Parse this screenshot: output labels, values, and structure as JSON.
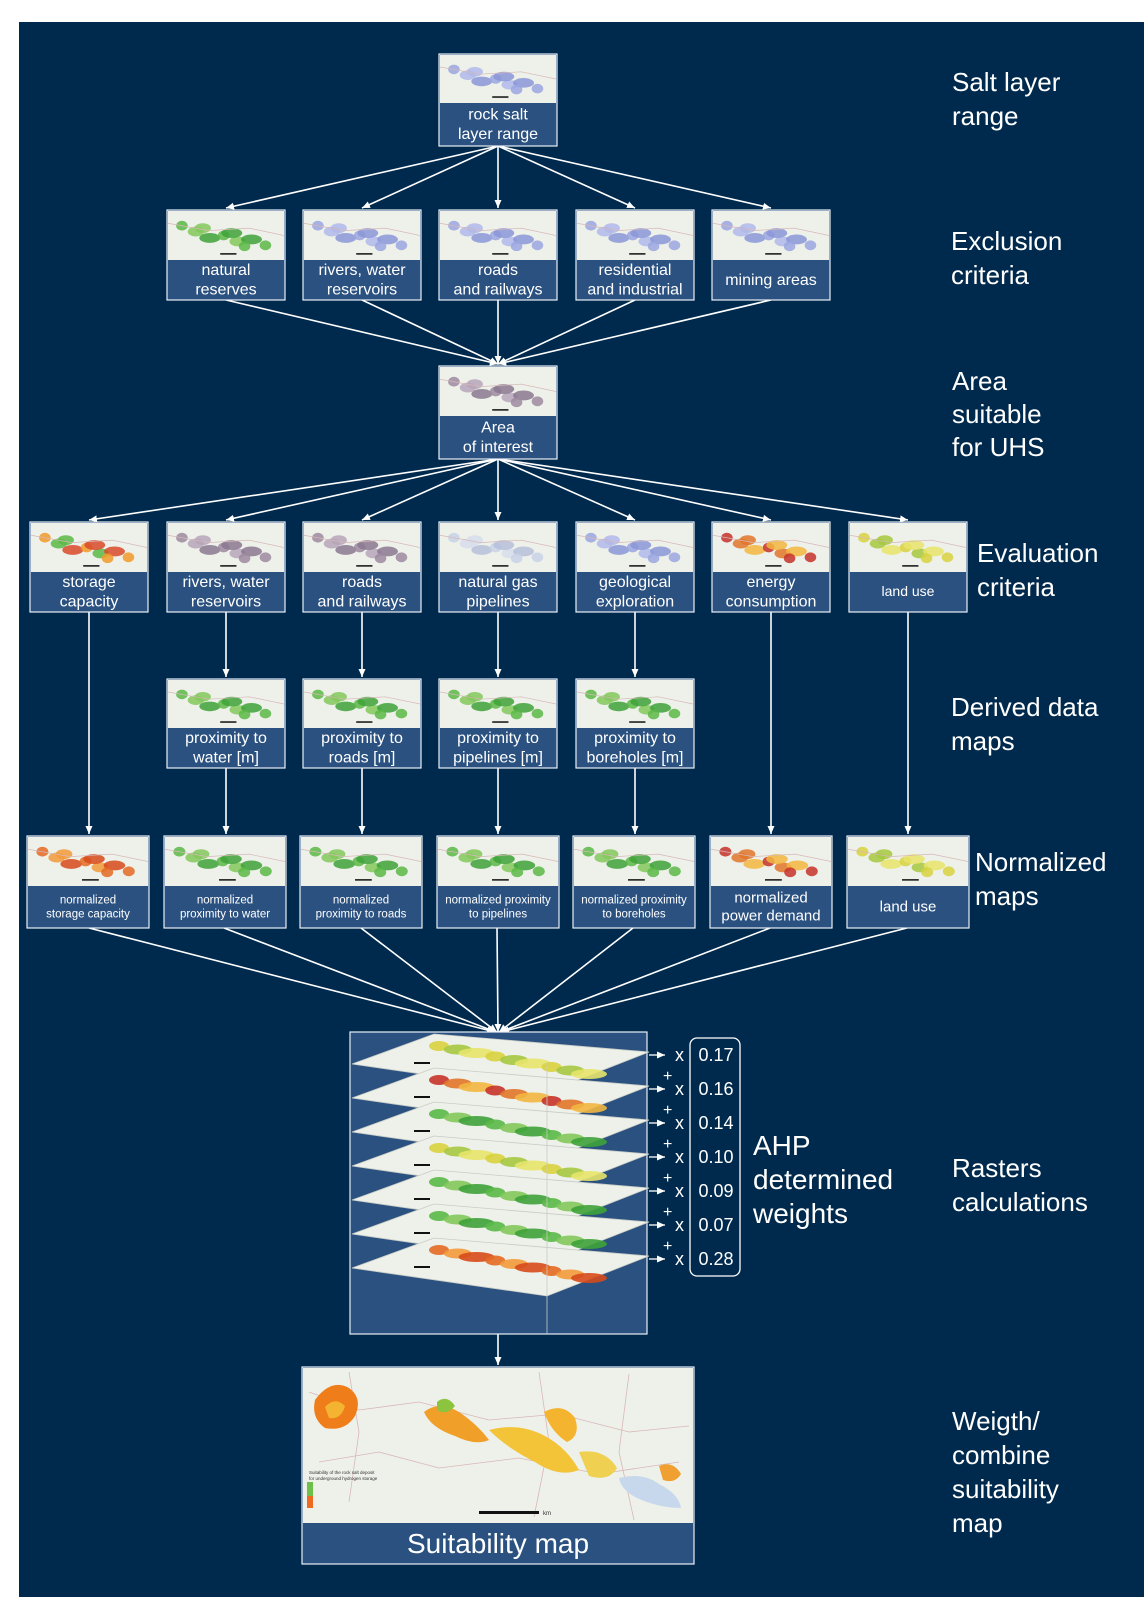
{
  "stage_labels": {
    "salt": [
      "Salt layer",
      "range"
    ],
    "exclusion": [
      "Exclusion",
      "criteria"
    ],
    "area": [
      "Area",
      "suitable",
      "for UHS"
    ],
    "evaluation": [
      "Evaluation",
      "criteria"
    ],
    "derived": [
      "Derived data",
      "maps"
    ],
    "normalized": [
      "Normalized",
      "maps"
    ],
    "rasters": [
      "Rasters",
      "calculations"
    ],
    "weigth": [
      "Weigth/",
      "combine",
      "suitability",
      "map"
    ]
  },
  "nodes": {
    "rock_salt": [
      "rock salt",
      "layer range"
    ],
    "exclusion": [
      [
        "natural",
        "reserves"
      ],
      [
        "rivers, water",
        "reservoirs"
      ],
      [
        "roads",
        "and railways"
      ],
      [
        "residential",
        "and industrial"
      ],
      [
        "mining areas"
      ]
    ],
    "area_of_interest": [
      "Area",
      "of interest"
    ],
    "evaluation": [
      [
        "storage",
        "capacity"
      ],
      [
        "rivers, water",
        "reservoirs"
      ],
      [
        "roads",
        "and railways"
      ],
      [
        "natural gas",
        "pipelines"
      ],
      [
        "geological",
        "exploration"
      ],
      [
        "energy",
        "consumption"
      ],
      [
        "land use"
      ]
    ],
    "derived": [
      [
        "proximity to",
        "water [m]"
      ],
      [
        "proximity to",
        "roads [m]"
      ],
      [
        "proximity to",
        "pipelines [m]"
      ],
      [
        "proximity to",
        "boreholes [m]"
      ]
    ],
    "normalized": [
      [
        "normalized",
        "storage capacity"
      ],
      [
        "normalized",
        "proximity to water"
      ],
      [
        "normalized",
        "proximity to roads"
      ],
      [
        "normalized proximity",
        "to pipelines"
      ],
      [
        "normalized proximity",
        "to boreholes"
      ],
      [
        "normalized",
        "power demand"
      ],
      [
        "land use"
      ]
    ],
    "suitability_map": "Suitability map",
    "suitability_legend": [
      "Suitability of the rock salt deposit",
      "for underground hydrogen storage"
    ],
    "scale_label": "km"
  },
  "weights": {
    "multiplier": "x",
    "plus": "+",
    "values": [
      "0.17",
      "0.16",
      "0.14",
      "0.10",
      "0.09",
      "0.07",
      "0.28"
    ],
    "caption": [
      "AHP",
      "determined",
      "weights"
    ]
  },
  "colors": {
    "background": "#002a4d",
    "box_fill": "#2a5180",
    "box_border": "#e8eef5",
    "arrow": "#ffffff"
  }
}
